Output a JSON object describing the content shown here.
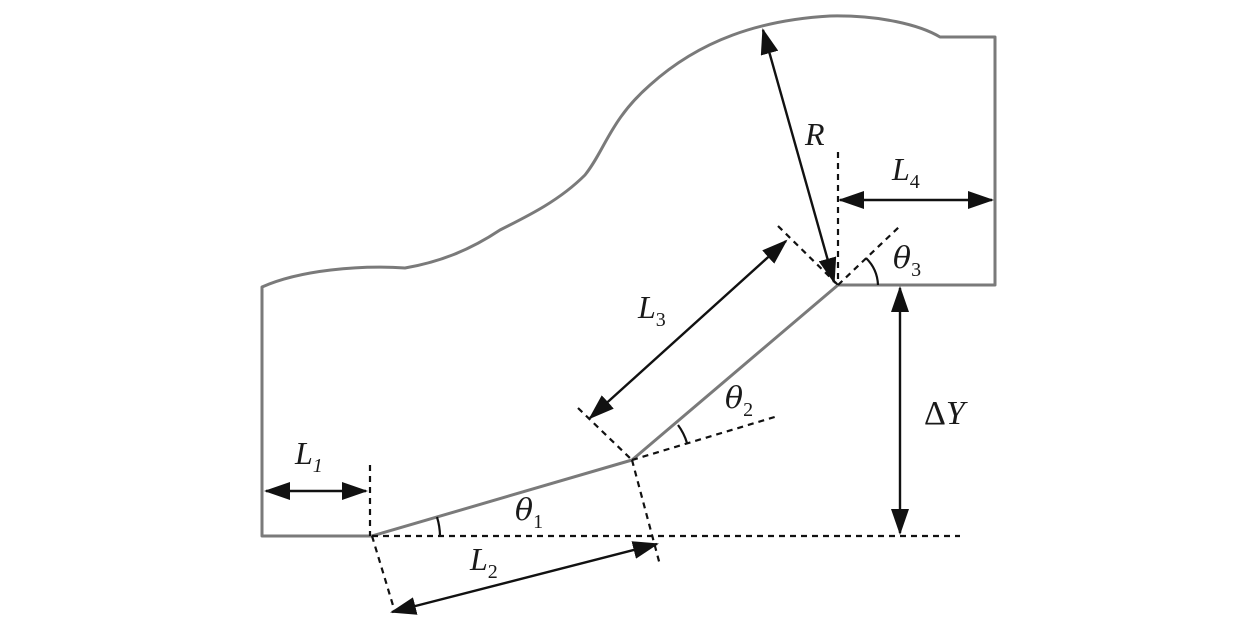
{
  "labels": {
    "R": "R",
    "L1_main": "L",
    "L1_sub": "1",
    "L2_main": "L",
    "L2_sub": "2",
    "L3_main": "L",
    "L3_sub": "3",
    "L4_main": "L",
    "L4_sub": "4",
    "theta1_main": "θ",
    "theta1_sub": "1",
    "theta2_main": "θ",
    "theta2_sub": "2",
    "theta3_main": "θ",
    "theta3_sub": "3",
    "deltaY_delta": "Δ",
    "deltaY_main": "Y"
  },
  "colors": {
    "outline": "#7a7a7a",
    "ink": "#111111"
  }
}
